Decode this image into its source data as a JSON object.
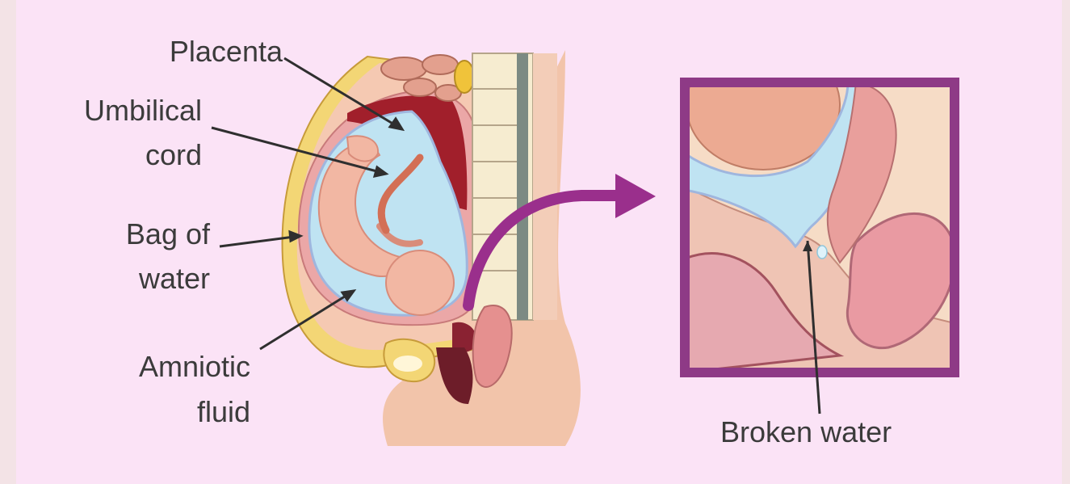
{
  "labels": {
    "placenta": "Placenta",
    "umbilical_line1": "Umbilical",
    "umbilical_line2": "cord",
    "bag_line1": "Bag of",
    "bag_line2": "water",
    "amniotic_line1": "Amniotic",
    "amniotic_line2": "fluid",
    "broken_water": "Broken water"
  },
  "colors": {
    "background": "#fbe3f6",
    "accent_arrow": "#9a2f8c",
    "frame": "#8e3a86",
    "amniotic_fluid": "#bfe3f2",
    "skin": "#f3c9b0",
    "placenta": "#a8202b",
    "fat_layer": "#f4d77a"
  }
}
